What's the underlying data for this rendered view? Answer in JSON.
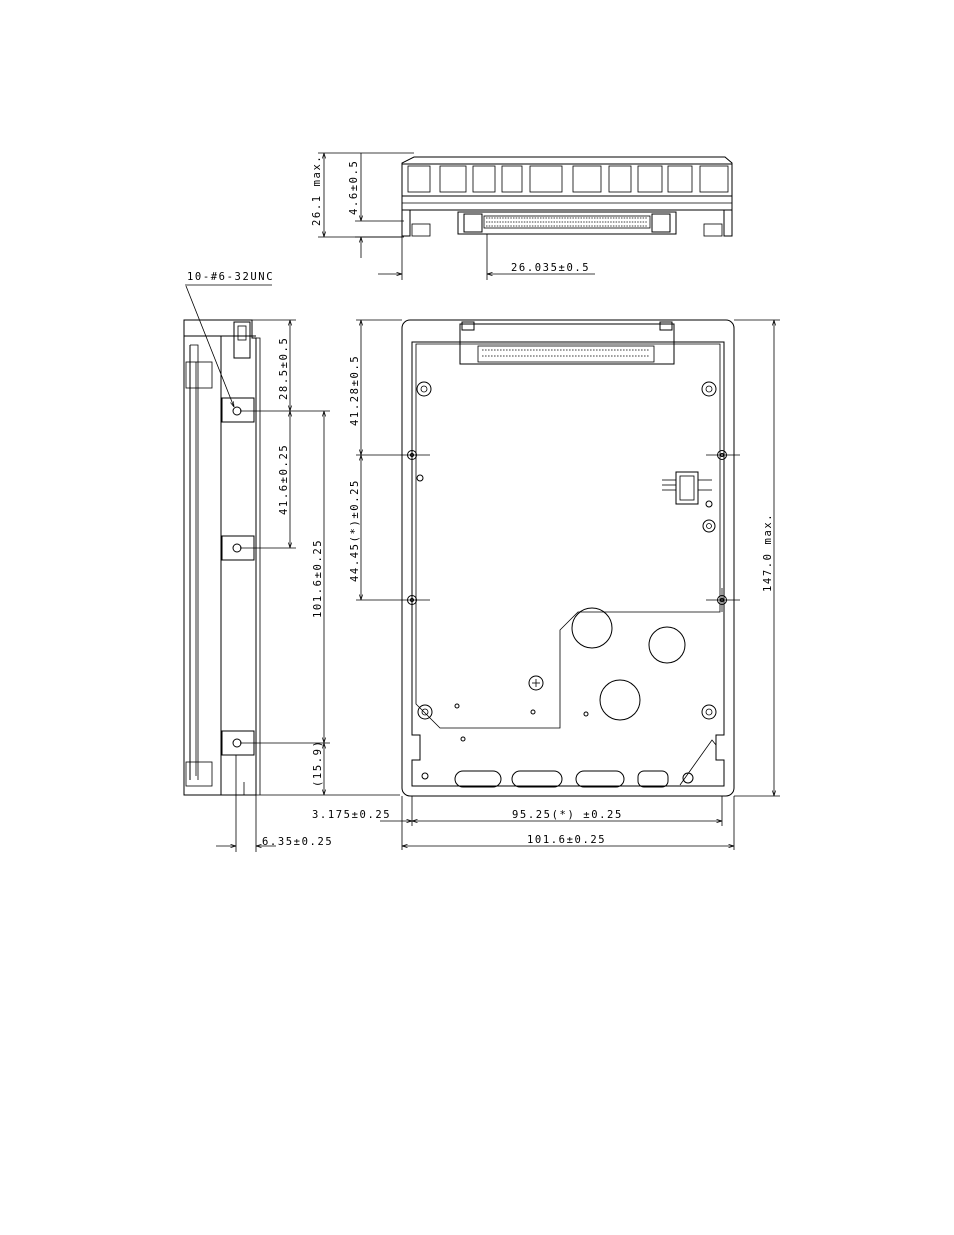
{
  "diagram": {
    "callout": "10-#6-32UNC",
    "dimensions": {
      "overall_height_front": "26.1 max.",
      "connector_height": "4.6±0.5",
      "connector_offset": "26.035±0.5",
      "top_hole_from_front": "28.5±0.5",
      "side_hole_pitch": "41.6±0.25",
      "side_hole_span": "101.6±0.25",
      "rear_hole_offset": "(15.9)",
      "bottom_front_to_hole": "41.28±0.5",
      "bottom_hole_pitch": "44.45(*)±0.25",
      "overall_length": "147.0 max.",
      "side_hole_height": "3.175±0.25",
      "bottom_hole_width": "95.25(*) ±0.25",
      "side_height_offset": "6.35±0.25",
      "overall_width": "101.6±0.25"
    }
  }
}
